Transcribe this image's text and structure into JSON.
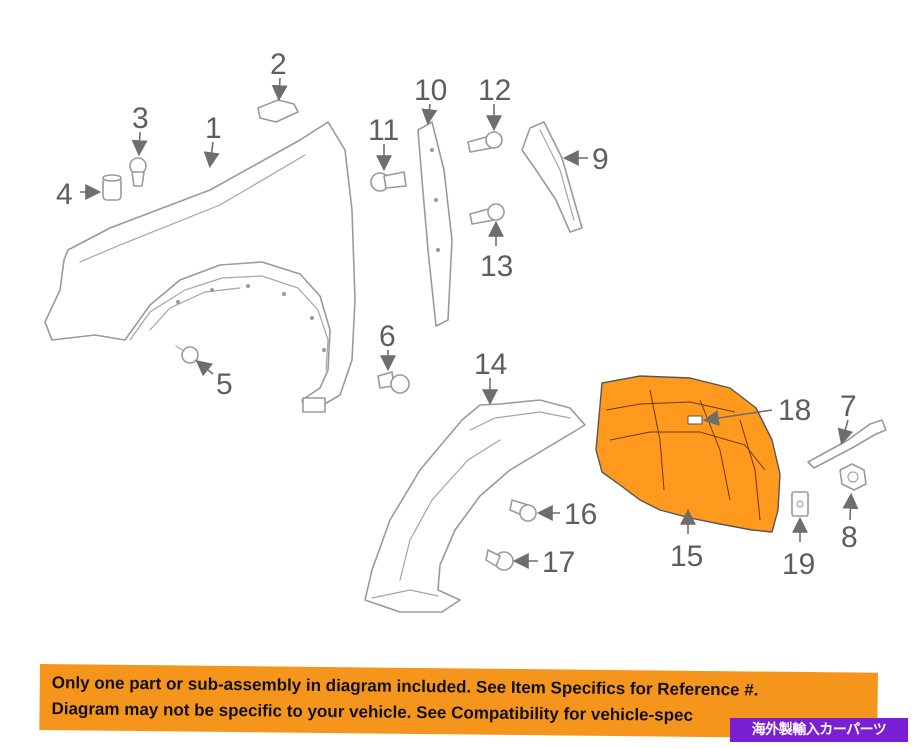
{
  "callouts": {
    "c1": "1",
    "c2": "2",
    "c3": "3",
    "c4": "4",
    "c5": "5",
    "c6": "6",
    "c7": "7",
    "c8": "8",
    "c9": "9",
    "c10": "10",
    "c11": "11",
    "c12": "12",
    "c13": "13",
    "c14": "14",
    "c15": "15",
    "c16": "16",
    "c17": "17",
    "c18": "18",
    "c19": "19"
  },
  "highlighted_part": "15",
  "colors": {
    "highlight": "#ff9a1e",
    "banner": "#f6951c",
    "badge": "#7a1fd6",
    "line": "#9a9a9a"
  },
  "banner": {
    "line1": "Only one part or sub-assembly in diagram included. See Item Specifics for Reference #.",
    "line2": "Diagram may not be specific to your vehicle. See Compatibility for vehicle-spec"
  },
  "badge": {
    "text": "海外製輸入カーパーツ"
  }
}
